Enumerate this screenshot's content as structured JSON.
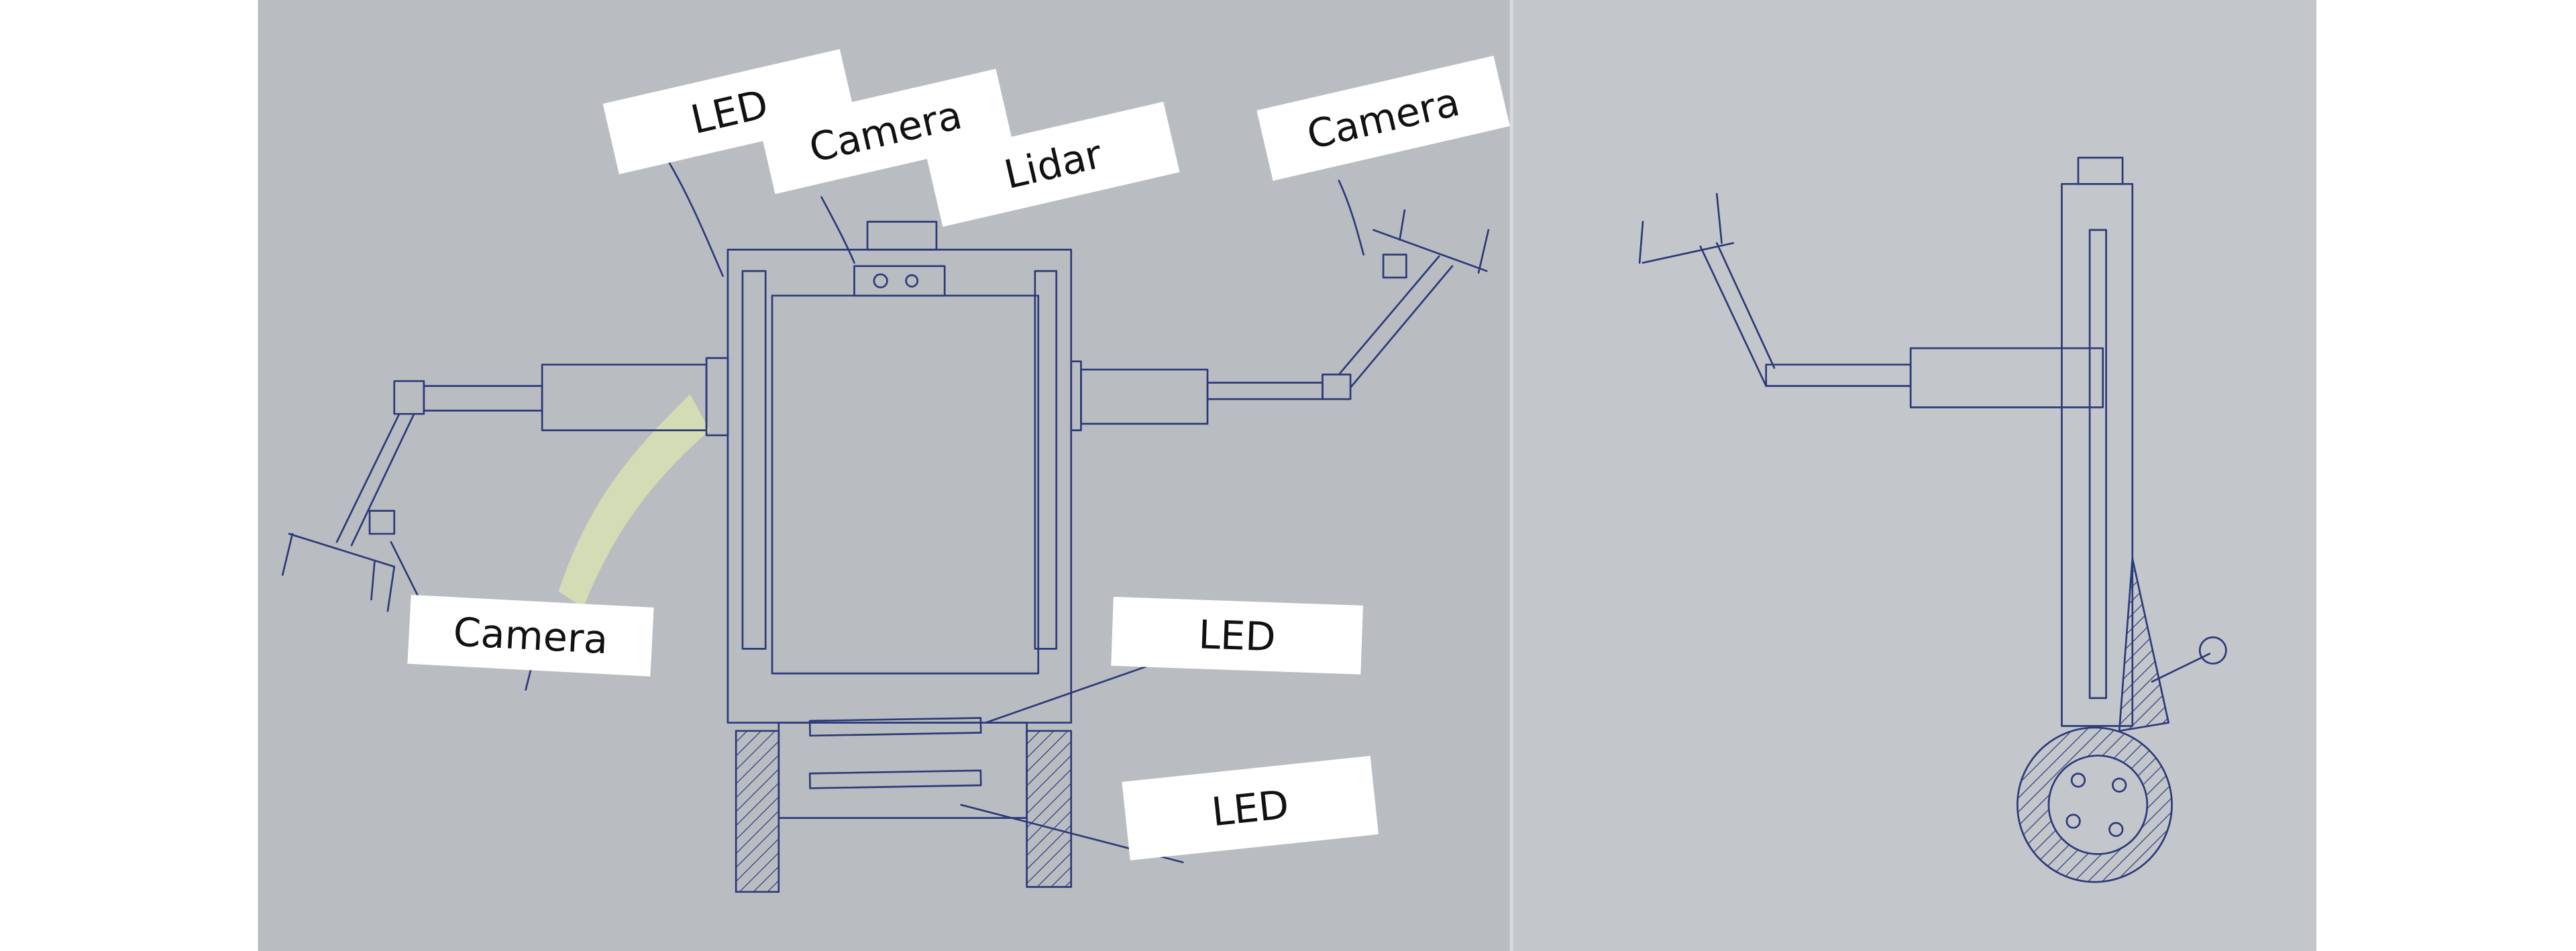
{
  "labels": {
    "led_top": "LED",
    "camera_top": "Camera",
    "lidar": "Lidar",
    "camera_right": "Camera",
    "camera_left": "Camera",
    "led_middle": "LED",
    "led_bottom": "LED"
  },
  "colors": {
    "paper_left": "#b9bdc1",
    "paper_right": "#c3c6ca",
    "ink": "#2b3a7a",
    "highlighter": "#d9e4b0"
  }
}
